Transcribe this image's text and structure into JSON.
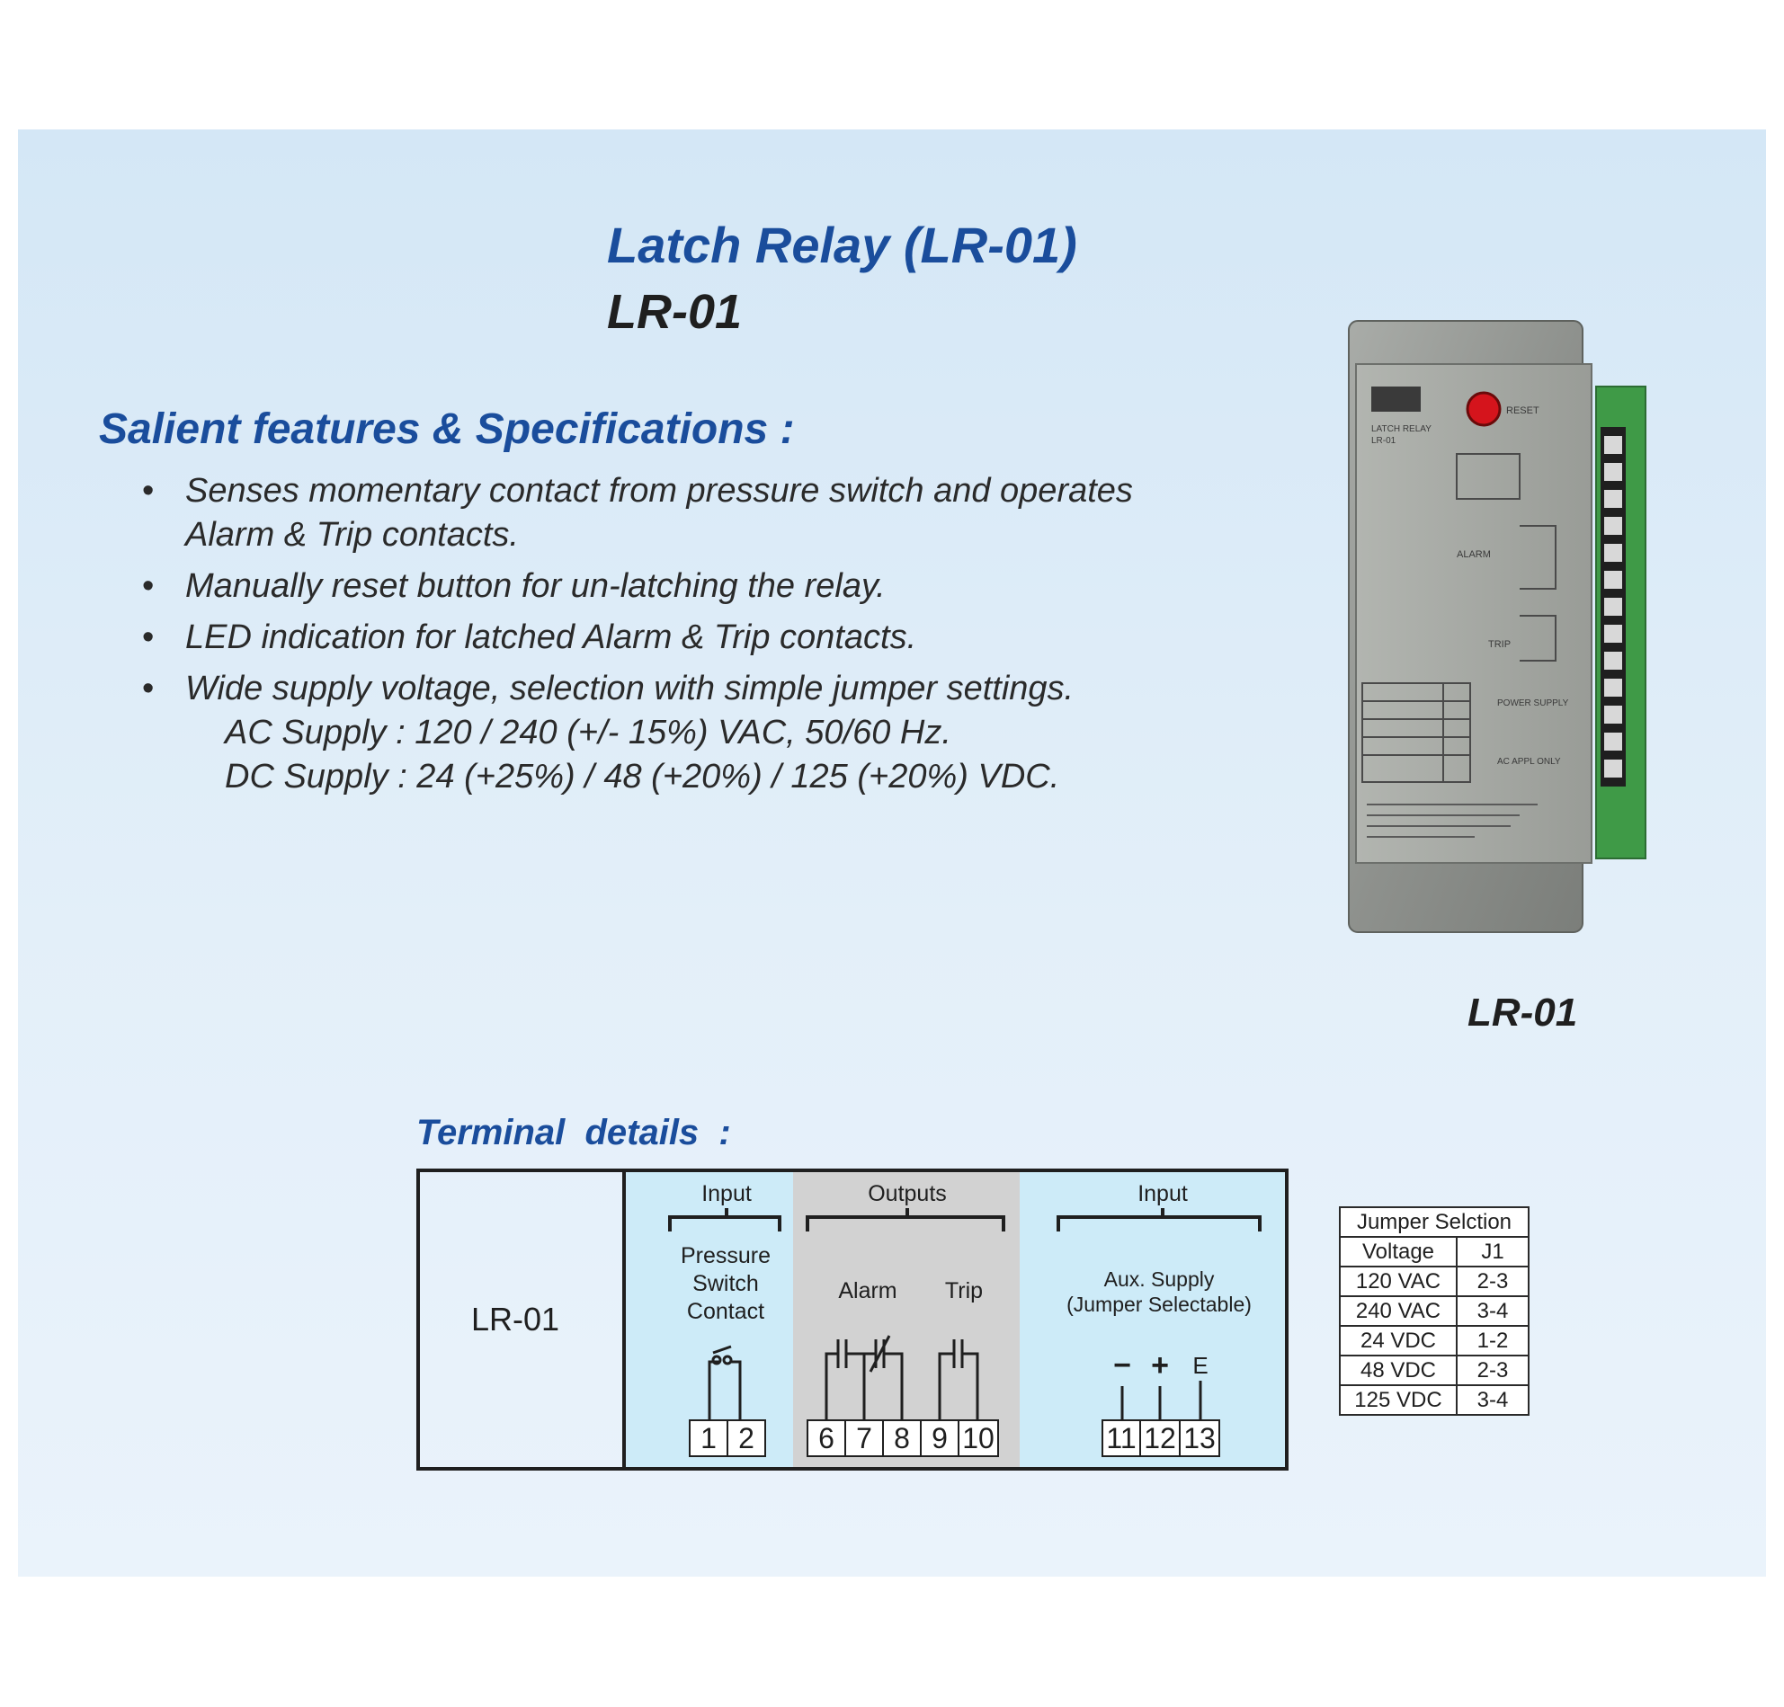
{
  "header": {
    "title": "Latch Relay (LR-01)",
    "model": "LR-01"
  },
  "features": {
    "heading": "Salient features & Specifications :",
    "items": [
      "Senses momentary contact from pressure switch and operates Alarm & Trip contacts.",
      "Manually reset button for un-latching the relay.",
      "LED indication for latched Alarm & Trip contacts.",
      "Wide supply voltage, selection with simple jumper settings."
    ],
    "ac_supply": "AC Supply : 120 / 240 (+/- 15%) VAC, 50/60 Hz.",
    "dc_supply": "DC Supply : 24 (+25%) / 48 (+20%) / 125 (+20%) VDC."
  },
  "product": {
    "caption": "LR-01",
    "panel_text": {
      "brand": "LATCH RELAY",
      "model": "LR-01",
      "reset": "RESET",
      "alarm": "ALARM",
      "trip": "TRIP",
      "power": "POWER SUPPLY",
      "ac_appl": "AC APPL ONLY"
    }
  },
  "terminal": {
    "heading": "Terminal  details  :",
    "model": "LR-01",
    "input1_label": "Input",
    "input1_desc": [
      "Pressure",
      "Switch",
      "Contact"
    ],
    "outputs_label": "Outputs",
    "alarm_label": "Alarm",
    "trip_label": "Trip",
    "input2_label": "Input",
    "aux_desc": [
      "Aux. Supply",
      "(Jumper Selectable)"
    ],
    "aux_symbols": [
      "−",
      "+",
      "E"
    ],
    "input1_terminals": [
      "1",
      "2"
    ],
    "output_terminals": [
      "6",
      "7",
      "8",
      "9",
      "10"
    ],
    "aux_terminals": [
      "11",
      "12",
      "13"
    ]
  },
  "jumper_table": {
    "title": "Jumper Selction",
    "headers": [
      "Voltage",
      "J1"
    ],
    "rows": [
      [
        "120 VAC",
        "2-3"
      ],
      [
        "240 VAC",
        "3-4"
      ],
      [
        "24 VDC",
        "1-2"
      ],
      [
        "48 VDC",
        "2-3"
      ],
      [
        "125 VDC",
        "3-4"
      ]
    ]
  },
  "colors": {
    "heading_blue": "#1a4d9c",
    "input_cell": "#cdebf8",
    "output_cell": "#d2d2d2"
  }
}
